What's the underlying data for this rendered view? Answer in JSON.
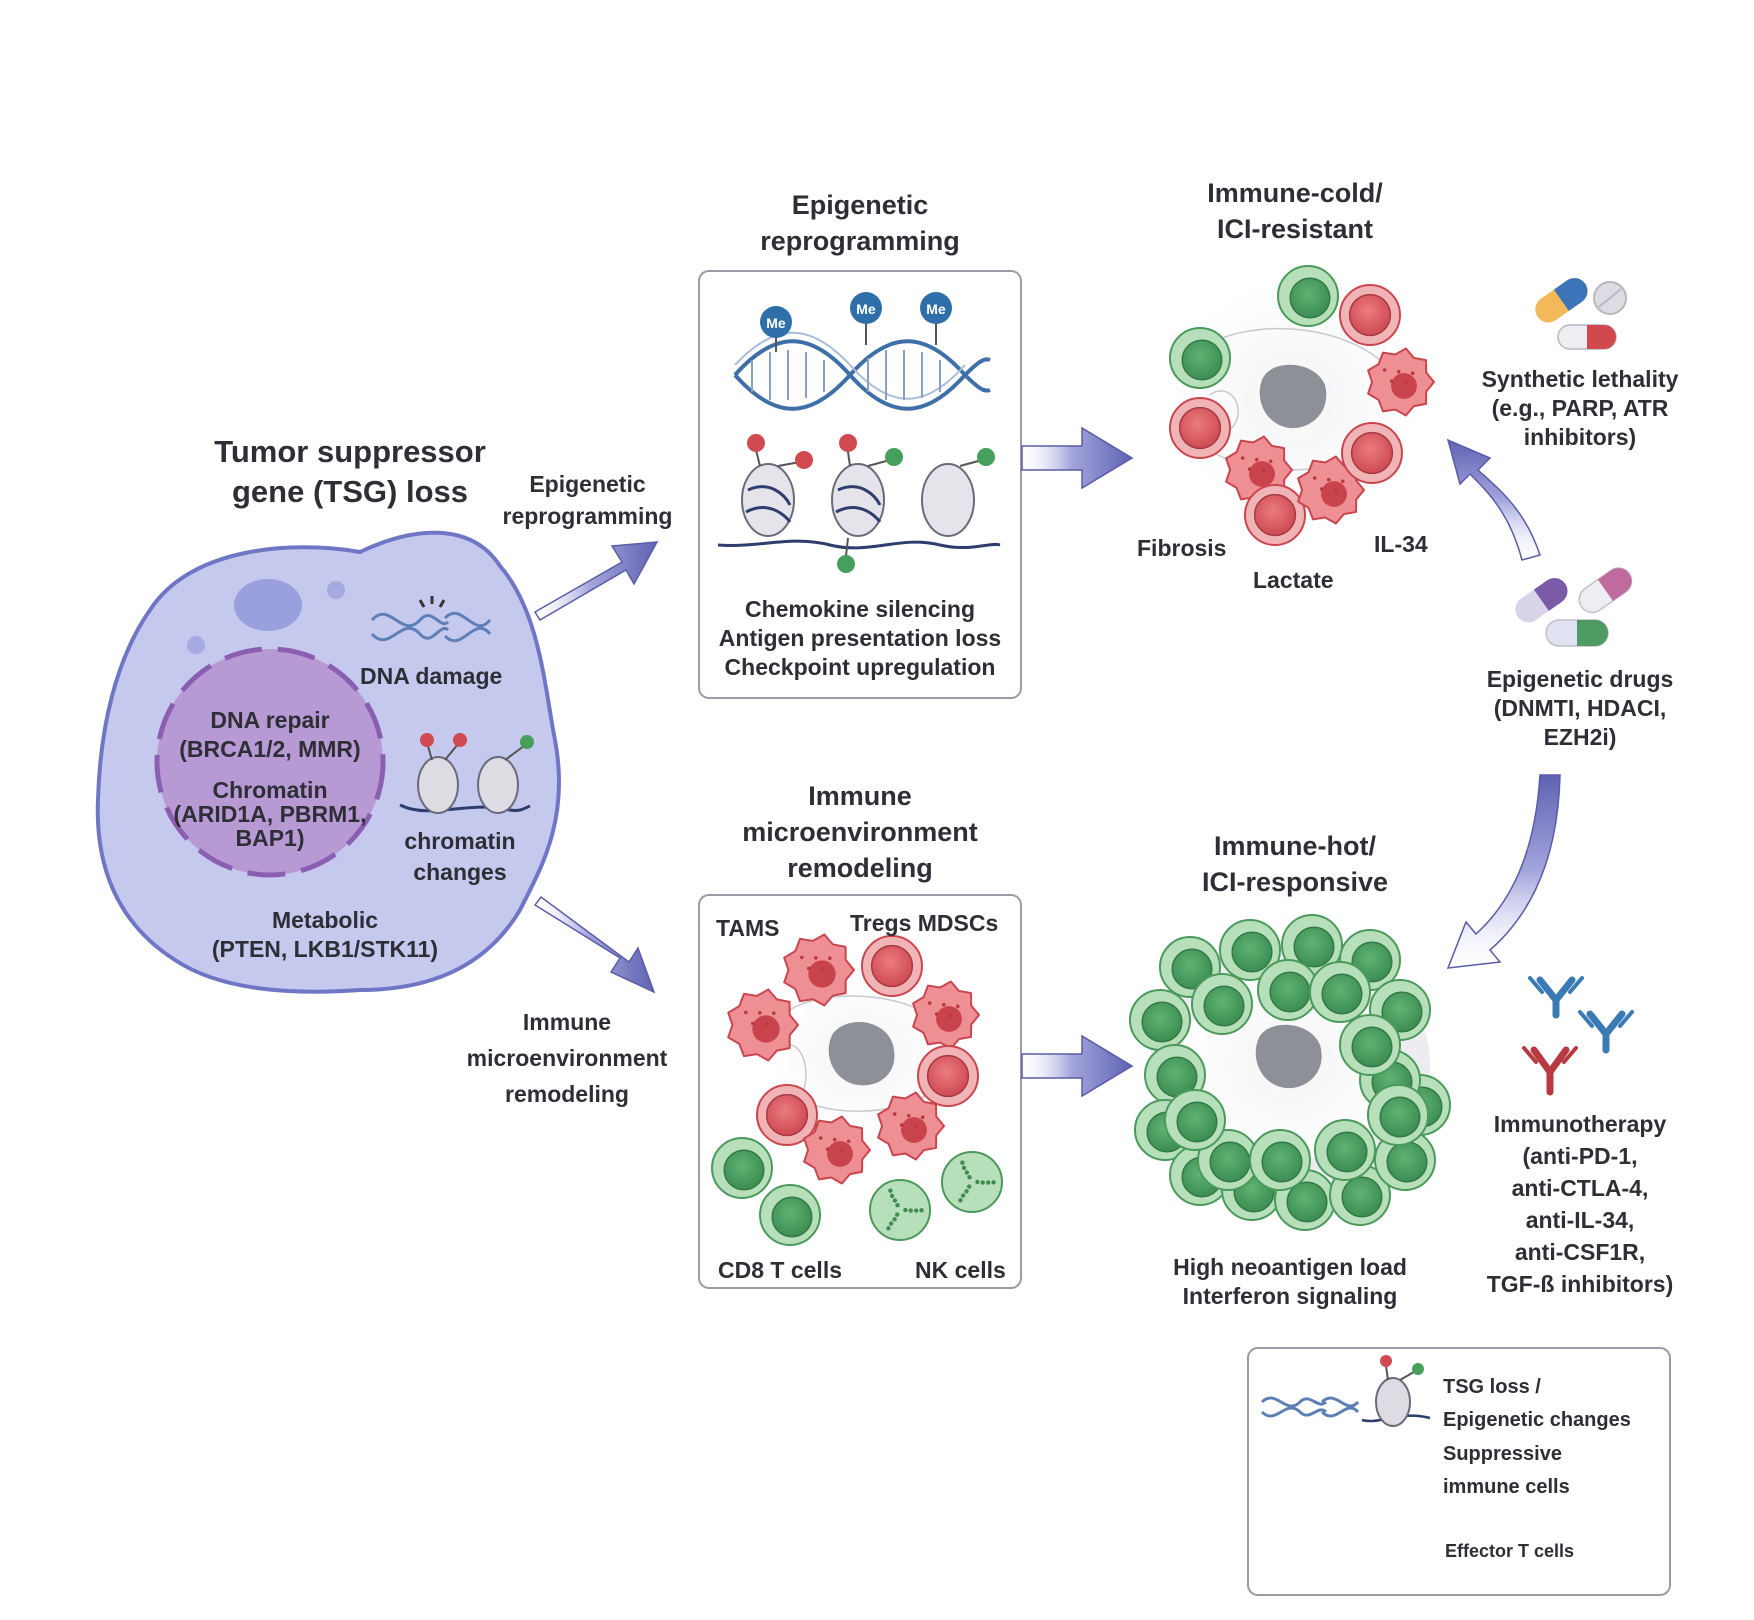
{
  "tsg": {
    "title": [
      "Tumor suppressor",
      "gene (TSG) loss"
    ],
    "dna_damage": "DNA damage",
    "dna_repair": [
      "DNA repair",
      "(BRCA1/2, MMR)"
    ],
    "chromatin": [
      "Chromatin",
      "(ARID1A, PBRM1,",
      "BAP1)"
    ],
    "chromatin_changes": [
      "chromatin",
      "changes"
    ],
    "metabolic": [
      "Metabolic",
      "(PTEN, LKB1/STK11)"
    ]
  },
  "arrow_labels": {
    "epigenetic": [
      "Epigenetic",
      "reprogramming"
    ],
    "immune": [
      "Immune",
      "microenvironment",
      "remodeling"
    ]
  },
  "epi_panel": {
    "title": [
      "Epigenetic",
      "reprogramming"
    ],
    "methyl_label": "Me",
    "effects": [
      "Chemokine silencing",
      "Antigen presentation loss",
      "Checkpoint upregulation"
    ]
  },
  "immune_panel": {
    "title": [
      "Immune",
      "microenvironment",
      "remodeling"
    ],
    "tams": "TAMS",
    "tregs": "Tregs MDSCs",
    "cd8": "CD8 T cells",
    "nk": "NK cells"
  },
  "cold": {
    "title": [
      "Immune-cold/",
      "ICI-resistant"
    ],
    "fibrosis": "Fibrosis",
    "lactate": "Lactate",
    "il34": "IL-34"
  },
  "hot": {
    "title": [
      "Immune-hot/",
      "ICI-responsive"
    ],
    "notes": [
      "High neoantigen load",
      "Interferon signaling"
    ]
  },
  "drugs": {
    "synthetic": [
      "Synthetic lethality",
      "(e.g., PARP, ATR",
      "inhibitors)"
    ],
    "epigenetic": [
      "Epigenetic drugs",
      "(DNMTI, HDACI,",
      "EZH2i)"
    ],
    "immuno": [
      "Immunotherapy",
      "(anti-PD-1,",
      "anti-CTLA-4,",
      "anti-IL-34,",
      "anti-CSF1R,",
      "TGF-ß inhibitors)"
    ]
  },
  "legend": {
    "tsg": [
      "TSG loss /",
      "Epigenetic changes"
    ],
    "suppressive": [
      "Suppressive",
      "immune cells"
    ],
    "effector": "Effector T cells"
  },
  "colors": {
    "cell_fill": "#c9cdef",
    "cell_stroke": "#6f75c4",
    "nucleus": "#b49ad2",
    "arrow": "#6d6fb8",
    "red_cell": "#d64d55",
    "green_cell": "#4fa566",
    "dna_blue": "#3f6fa8"
  }
}
